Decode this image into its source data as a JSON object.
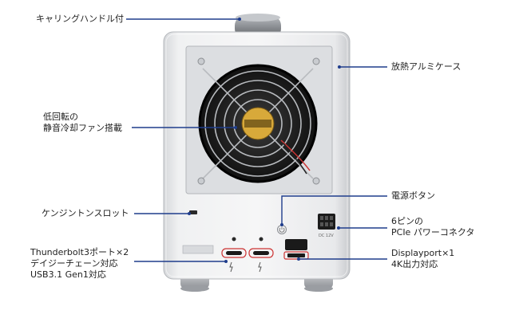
{
  "callouts": {
    "carry_handle": "キャリングハンドル付",
    "heat_case": "放熱アルミケース",
    "fan_line1": "低回転の",
    "fan_line2": "静音冷却ファン搭載",
    "power_button": "電源ボタン",
    "kensington": "ケンジントンスロット",
    "pcie_line1": "6ピンの",
    "pcie_line2": "PCIe パワーコネクタ",
    "tb_line1": "Thunderbolt3ポート×2",
    "tb_line2": "デイジーチェーン対応",
    "tb_line3": "USB3.1 Gen1対応",
    "dp_line1": "Displayport×1",
    "dp_line2": "4K出力対応"
  },
  "device": {
    "power_label": "DC 12V"
  },
  "colors": {
    "callout": "#1f3d8c",
    "case_light": "#e9eaec",
    "case_dark": "#c9cbcf",
    "fan_dark": "#1e1e1e",
    "fan_sticker": "#d8a93a"
  }
}
